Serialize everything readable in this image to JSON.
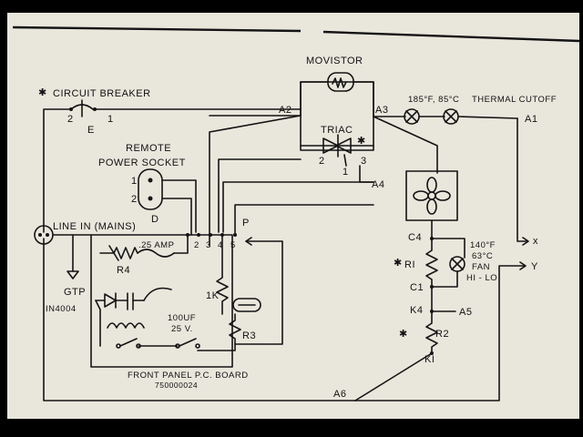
{
  "colors": {
    "paper": "#e9e6dc",
    "ink": "#141414",
    "frame": "#000000"
  },
  "labels": {
    "movistor": "MOVISTOR",
    "circuit_breaker_mark": "✱",
    "circuit_breaker": "CIRCUIT BREAKER",
    "cb_pin_2": "2",
    "cb_pin_1": "1",
    "cb_e": "E",
    "a2": "A2",
    "a3": "A3",
    "a4": "A4",
    "a1": "A1",
    "a5": "A5",
    "a6": "A6",
    "triac": "TRIAC",
    "triac_mark": "✱",
    "triac_pin_2": "2",
    "triac_pin_1": "1",
    "triac_pin_3": "3",
    "thermal_temp": "185°F, 85°C",
    "thermal_cutoff": "THERMAL CUTOFF",
    "remote": "REMOTE",
    "power_socket": "POWER SOCKET",
    "socket_pin_1": "1",
    "socket_pin_2": "2",
    "socket_d": "D",
    "line_in": "LINE IN (MAINS)",
    "terminal_2": "2",
    "terminal_3": "3",
    "terminal_4": "4",
    "terminal_5": "5",
    "terminal_p": "P",
    "fuse_value": ".25 AMP",
    "r4": "R4",
    "gtp": "GTP",
    "diode": "IN4004",
    "cap_value": "100UF",
    "cap_voltage": "25 V.",
    "res_1k": "1K",
    "r3": "R3",
    "c4": "C4",
    "r1_mark": "✱",
    "r1": "RI",
    "c1": "C1",
    "k4": "K4",
    "r2_mark": "✱",
    "r2": "R2",
    "k1": "KI",
    "fan_temp_f": "140°F",
    "fan_temp_c": "63°C",
    "fan": "FAN",
    "fan_mode": "HI - LO",
    "out_x": "x",
    "out_y": "Y",
    "board": "FRONT PANEL P.C. BOARD",
    "board_number": "750000024"
  }
}
